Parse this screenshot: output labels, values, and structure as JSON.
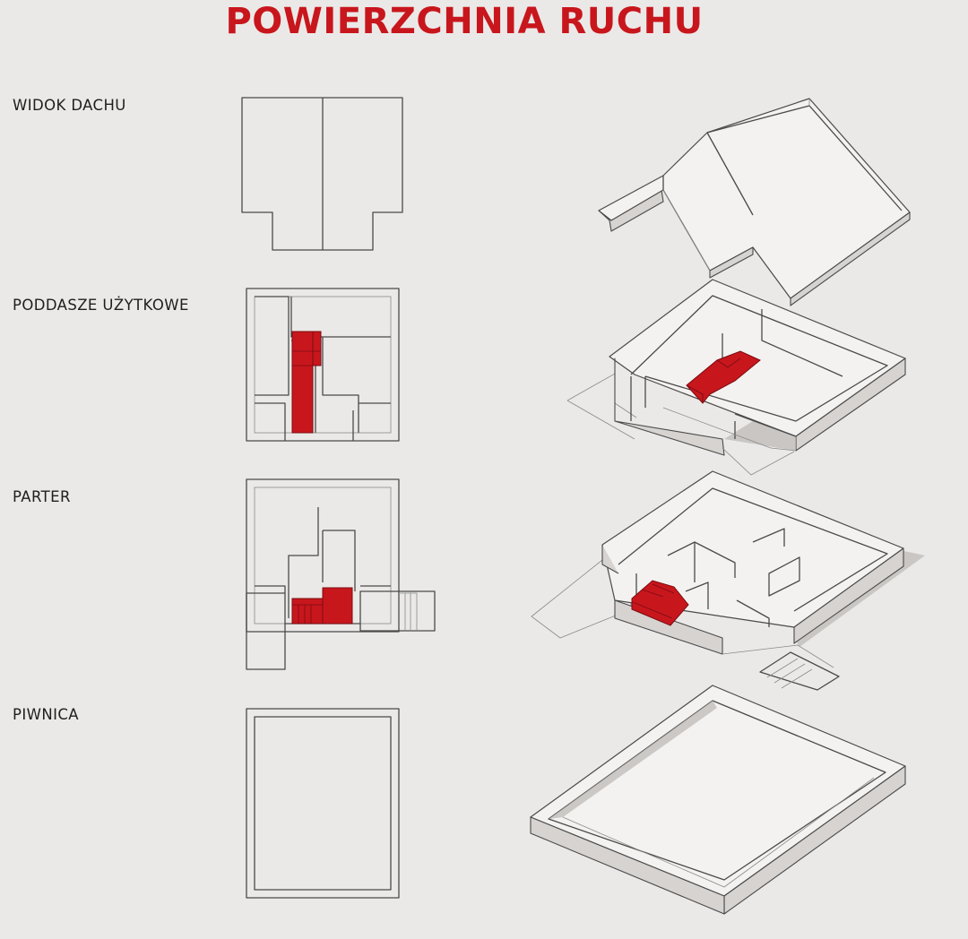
{
  "title": "POWIERZCHNIA RUCHU",
  "floors": [
    {
      "label": "WIDOK DACHU"
    },
    {
      "label": "PODDASZE UŻYTKOWE"
    },
    {
      "label": "PARTER"
    },
    {
      "label": "PIWNICA"
    }
  ],
  "colors": {
    "accent": "#c8161d",
    "line": "#4a4a4a",
    "background": "#ebe9e7"
  }
}
